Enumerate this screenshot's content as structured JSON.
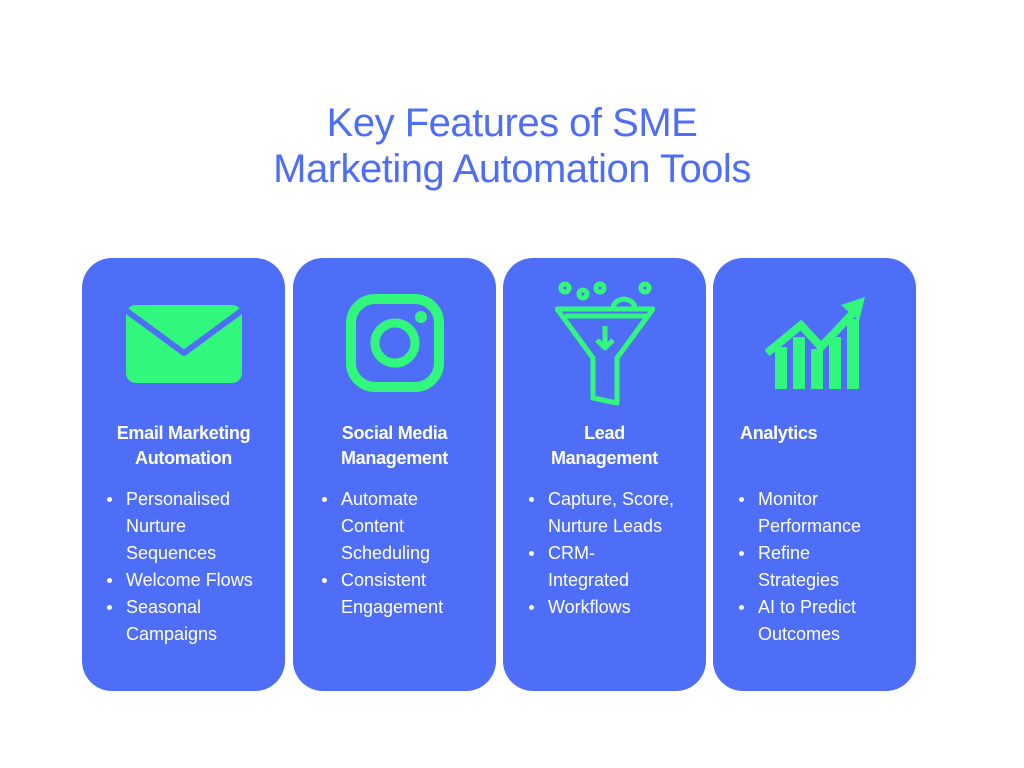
{
  "title": {
    "line1": "Key Features of SME",
    "line2": "Marketing Automation Tools"
  },
  "colors": {
    "primary": "#4f6ef7",
    "icon_accent": "#31f77c",
    "text_on_card": "#ffffff",
    "background": "#ffffff"
  },
  "cards": [
    {
      "icon": "envelope-icon",
      "heading_line1": "Email Marketing",
      "heading_line2": "Automation",
      "bullets": [
        "Personalised Nurture Sequences",
        "Welcome Flows",
        "Seasonal Campaigns"
      ]
    },
    {
      "icon": "instagram-icon",
      "heading_line1": "Social Media",
      "heading_line2": "Management",
      "bullets": [
        "Automate Content Scheduling",
        "Consistent Engagement"
      ]
    },
    {
      "icon": "funnel-icon",
      "heading_line1": "Lead",
      "heading_line2": "Management",
      "bullets": [
        "Capture, Score, Nurture Leads",
        "CRM-Integrated",
        "Workflows"
      ]
    },
    {
      "icon": "growth-chart-icon",
      "heading_line1": "Analytics",
      "heading_line2": "",
      "bullets": [
        "Monitor Performance",
        "Refine Strategies",
        "AI to Predict Outcomes"
      ]
    }
  ]
}
